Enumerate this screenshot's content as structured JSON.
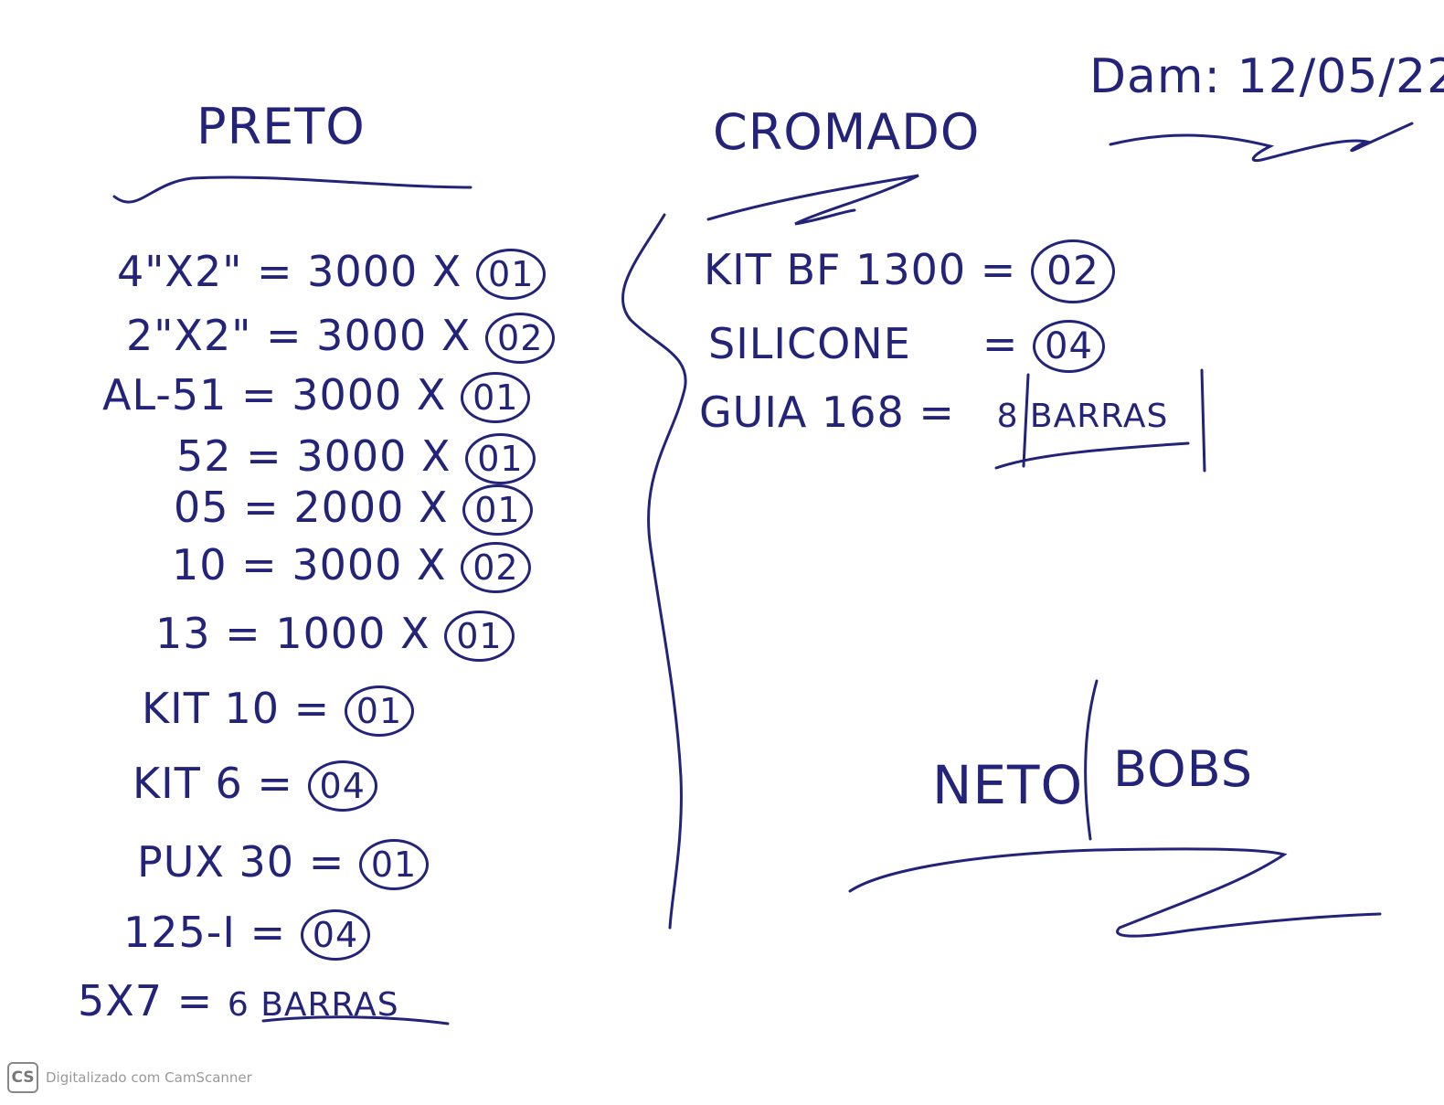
{
  "header": {
    "date": "Dam: 12/05/22"
  },
  "left_section": {
    "title": "PRETO",
    "items": [
      {
        "label": "4\"X2\"",
        "value": "3000",
        "op": "X",
        "qty": "01"
      },
      {
        "label": "2\"X2\"",
        "value": "3000",
        "op": "X",
        "qty": "02"
      },
      {
        "label": "AL-51",
        "value": "3000",
        "op": "X",
        "qty": "01"
      },
      {
        "label": "52",
        "value": "3000",
        "op": "X",
        "qty": "01"
      },
      {
        "label": "05",
        "value": "2000",
        "op": "X",
        "qty": "01"
      },
      {
        "label": "10",
        "value": "3000",
        "op": "X",
        "qty": "02"
      },
      {
        "label": "13",
        "value": "1000",
        "op": "X",
        "qty": "01"
      }
    ],
    "kits": [
      {
        "label": "KIT 10",
        "qty": "01"
      },
      {
        "label": "KIT 6",
        "qty": "04"
      },
      {
        "label": "PUX 30",
        "qty": "01"
      },
      {
        "label": "125-I",
        "qty": "04"
      }
    ],
    "last": {
      "label": "5X7",
      "qty": "6 BARRAS"
    }
  },
  "right_section": {
    "title": "CROMADO",
    "items": [
      {
        "label": "KIT BF 1300",
        "qty": "02",
        "style": "circle"
      },
      {
        "label": "SILICONE",
        "qty": "04",
        "style": "circle"
      },
      {
        "label": "GUIA 168",
        "qty": "8 BARRAS",
        "style": "bracket"
      }
    ]
  },
  "signature": {
    "name": "NETO",
    "company": "BOBS"
  },
  "watermark": {
    "logo": "CS",
    "text": "Digitalizado com CamScanner"
  }
}
